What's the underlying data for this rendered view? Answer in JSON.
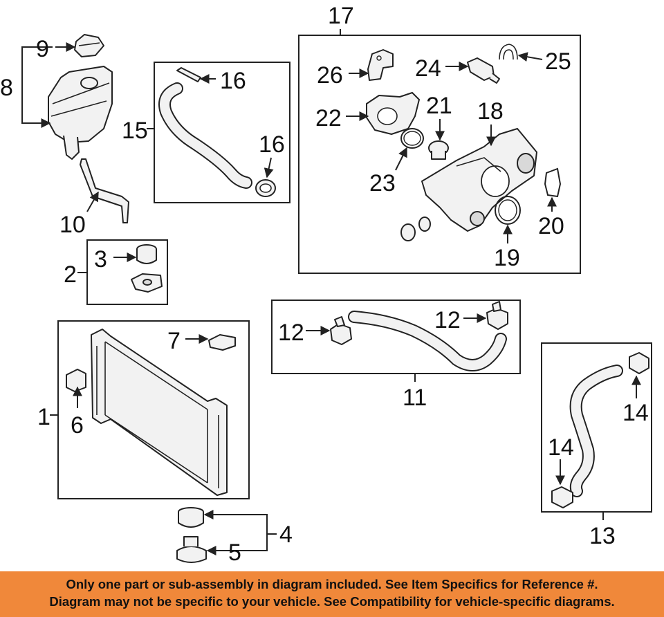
{
  "callouts": {
    "c1": "1",
    "c2": "2",
    "c3": "3",
    "c4": "4",
    "c5": "5",
    "c6": "6",
    "c7": "7",
    "c8": "8",
    "c9": "9",
    "c10": "10",
    "c11": "11",
    "c12a": "12",
    "c12b": "12",
    "c13": "13",
    "c14a": "14",
    "c14b": "14",
    "c15": "15",
    "c16a": "16",
    "c16b": "16",
    "c17": "17",
    "c18": "18",
    "c19": "19",
    "c20": "20",
    "c21": "21",
    "c22": "22",
    "c23": "23",
    "c24": "24",
    "c25": "25",
    "c26": "26"
  },
  "banner": {
    "line1": "Only one part or sub-assembly in diagram included. See Item Specifics for Reference #.",
    "line2": "Diagram may not be specific to your vehicle. See Compatibility for vehicle-specific diagrams."
  },
  "colors": {
    "banner_bg": "#f0883a",
    "line": "#222222",
    "part_fill": "#f2f2f2"
  }
}
